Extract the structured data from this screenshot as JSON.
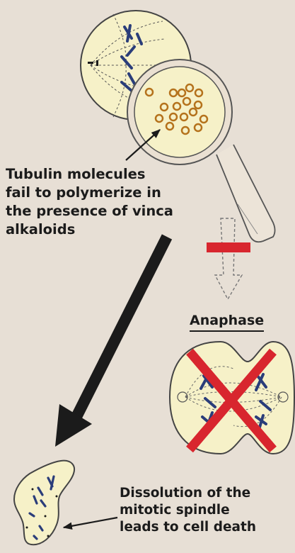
{
  "labels": {
    "tubulin": [
      "Tubulin molecules",
      "fail to polymerize in",
      "the presence of vinca",
      "alkaloids"
    ],
    "anaphase": "Anaphase",
    "dissolution": [
      "Dissolution of the",
      "mitotic spindle",
      "leads to cell death"
    ]
  },
  "colors": {
    "background": "#e7dfd5",
    "cell_fill": "#f6f1c8",
    "chromosome": "#2a3d7a",
    "tubulin_ring": "#b5721c",
    "inhibit_bar": "#d8262e",
    "cross": "#d8262e",
    "arrow": "#1b1b1b"
  }
}
